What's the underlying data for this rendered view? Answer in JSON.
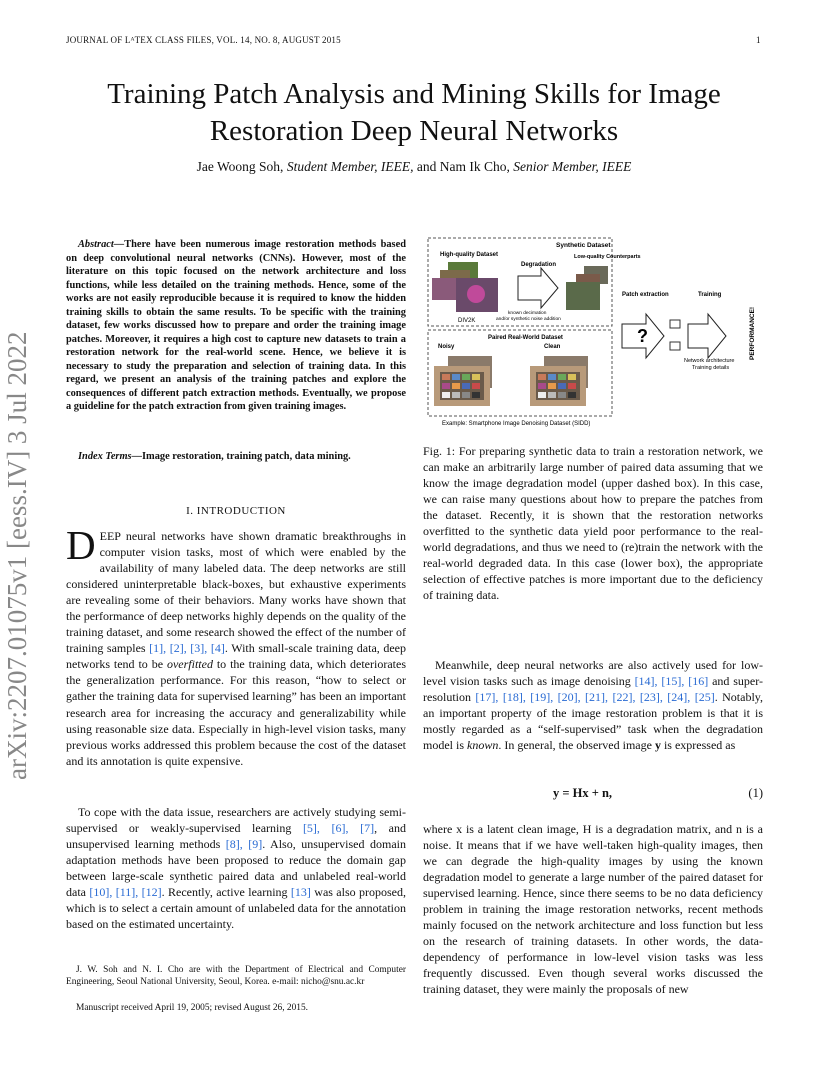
{
  "header": {
    "journal": "JOURNAL OF LᴬTEX CLASS FILES, VOL. 14, NO. 8, AUGUST 2015",
    "page": "1"
  },
  "title": "Training Patch Analysis and Mining Skills for Image Restoration Deep Neural Networks",
  "authors": {
    "a1": "Jae Woong Soh,",
    "a1_role": "Student Member, IEEE,",
    "and": "and Nam Ik Cho,",
    "a2_role": "Senior Member, IEEE"
  },
  "arxiv_stamp": "arXiv:2207.01075v1  [eess.IV]  3 Jul 2022",
  "abstract": {
    "label": "Abstract—",
    "text": "There have been numerous image restoration methods based on deep convolutional neural networks (CNNs). However, most of the literature on this topic focused on the network architecture and loss functions, while less detailed on the training methods. Hence, some of the works are not easily reproducible because it is required to know the hidden training skills to obtain the same results. To be specific with the training dataset, few works discussed how to prepare and order the training image patches. Moreover, it requires a high cost to capture new datasets to train a restoration network for the real-world scene. Hence, we believe it is necessary to study the preparation and selection of training data. In this regard, we present an analysis of the training patches and explore the consequences of different patch extraction methods. Eventually, we propose a guideline for the patch extraction from given training images."
  },
  "index_terms": {
    "label": "Index Terms—",
    "text": "Image restoration, training patch, data mining."
  },
  "section1": "I. INTRODUCTION",
  "intro": {
    "dropcap": "D",
    "p1_a": "EEP neural networks have shown dramatic breakthroughs in computer vision tasks, most of which were enabled by the availability of many labeled data. The deep networks are still considered uninterpretable black-boxes, but exhaustive experiments are revealing some of their behaviors. Many works have shown that the performance of deep networks highly depends on the quality of the training dataset, and some research showed the effect of the number of training samples ",
    "refs1": "[1], [2], [3], [4]",
    "p1_b": ". With small-scale training data, deep networks tend to be ",
    "overfitted": "overfitted",
    "p1_c": " to the training data, which deteriorates the generalization performance. For this reason, “how to select or gather the training data for supervised learning” has been an important research area for increasing the accuracy and generalizability while using reasonable size data. Especially in high-level vision tasks, many previous works addressed this problem because the cost of the dataset and its annotation is quite expensive.",
    "p2_a": "To cope with the data issue, researchers are actively studying semi-supervised or weakly-supervised learning ",
    "refs2": "[5], [6], [7]",
    "p2_b": ", and unsupervised learning methods ",
    "refs3": "[8], [9]",
    "p2_c": ". Also, unsupervised domain adaptation methods have been proposed to reduce the domain gap between large-scale synthetic paired data and unlabeled real-world data ",
    "refs4": "[10], [11], [12]",
    "p2_d": ". Recently, active learning ",
    "refs5": "[13]",
    "p2_e": " was also proposed, which is to select a certain amount of unlabeled data for the annotation based on the estimated uncertainty."
  },
  "footnote": {
    "affil": "J. W. Soh and N. I. Cho are with the Department of Electrical and Computer Engineering, Seoul National University, Seoul, Korea. e-mail: nicho@snu.ac.kr",
    "received": "Manuscript received April 19, 2005; revised August 26, 2015."
  },
  "figure": {
    "synthetic_dataset": "Synthetic Dataset",
    "hq_dataset": "High-quality Dataset",
    "degradation": "Degradation",
    "lq_counterparts": "Low-quality Counterparts",
    "known_decimation": "known decimation",
    "noise_addition": "and/or synthetic noise addition",
    "div2k": "DIV2K",
    "patch_extraction": "Patch extraction",
    "training": "Training",
    "performance": "PERFORMANCE!",
    "question": "?",
    "paired_real": "Paired Real-World Dataset",
    "noisy": "Noisy",
    "clean": "Clean",
    "net_arch": "Network architecture",
    "train_details": "Training details",
    "sidd": "Example: Smartphone Image Denoising Dataset (SIDD)"
  },
  "caption": "Fig. 1: For preparing synthetic data to train a restoration network, we can make an arbitrarily large number of paired data assuming that we know the image degradation model (upper dashed box). In this case, we can raise many questions about how to prepare the patches from the dataset. Recently, it is shown that the restoration networks overfitted to the synthetic data yield poor performance to the real-world degradations, and thus we need to (re)train the network with the real-world degraded data. In this case (lower box), the appropriate selection of effective patches is more important due to the deficiency of training data.",
  "right": {
    "p3_a": "Meanwhile, deep neural networks are also actively used for low-level vision tasks such as image denoising ",
    "refs6": "[14], [15], [16]",
    "p3_b": " and super-resolution ",
    "refs7": "[17], [18], [19], [20], [21], [22], [23], [24], [25]",
    "p3_c": ". Notably, an important property of the image restoration problem is that it is mostly regarded as a “self-supervised” task when the degradation model is ",
    "known": "known",
    "p3_d": ". In general, the observed image ",
    "y": "y",
    "p3_e": " is expressed as",
    "equation": "y = Hx + n,",
    "eqnum": "(1)",
    "p4": "where x is a latent clean image, H is a degradation matrix, and n is a noise. It means that if we have well-taken high-quality images, then we can degrade the high-quality images by using the known degradation model to generate a large number of the paired dataset for supervised learning. Hence, since there seems to be no data deficiency problem in training the image restoration networks, recent methods mainly focused on the network architecture and loss function but less on the research of training datasets. In other words, the data-dependency of performance in low-level vision tasks was less frequently discussed. Even though several works discussed the training dataset, they were mainly the proposals of new"
  }
}
